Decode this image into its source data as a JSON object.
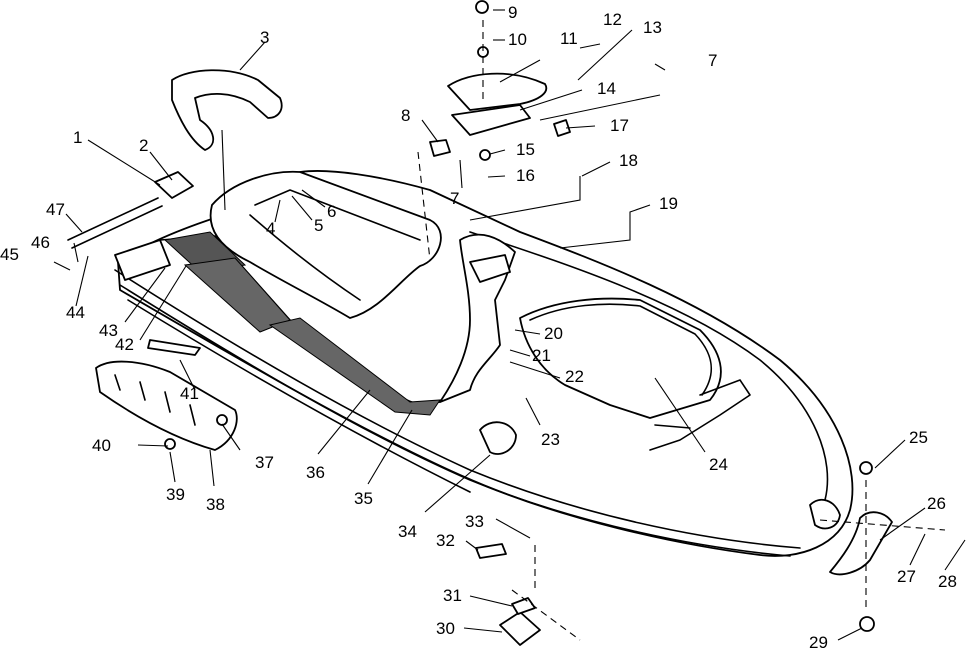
{
  "callouts": [
    "1",
    "2",
    "3",
    "4",
    "5",
    "6",
    "7",
    "8",
    "9",
    "10",
    "11",
    "12",
    "13",
    "14",
    "15",
    "16",
    "7",
    "17",
    "18",
    "19",
    "20",
    "21",
    "22",
    "23",
    "24",
    "25",
    "26",
    "27",
    "28",
    "29",
    "30",
    "31",
    "32",
    "33",
    "34",
    "35",
    "36",
    "37",
    "38",
    "39",
    "40",
    "41",
    "42",
    "43",
    "44",
    "45",
    "46",
    "47"
  ]
}
